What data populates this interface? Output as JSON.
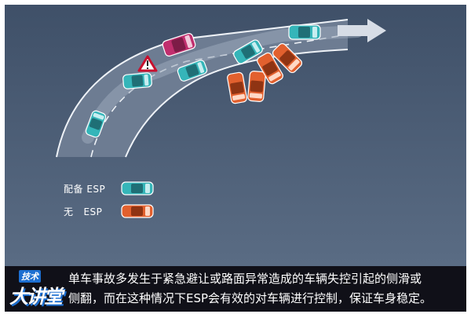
{
  "legend": {
    "esp_label": "配备 ESP",
    "no_esp_label": "无   ESP"
  },
  "colors": {
    "background": "#4a5d77",
    "road": "#6d7c92",
    "with_esp_car": "#35b5b9",
    "without_esp_car": "#e2602e",
    "lead_car": "#c02f6e",
    "warning_sign": "#c8102e"
  },
  "caption": {
    "line1": "单车事故多发生于紧急避让或路面异常造成的车辆失控引起的侧滑或",
    "line2": "侧翻，而在这种情况下ESP会有效的对车辆进行控制，保证车身稳定。"
  },
  "logo": {
    "top_text": "技术",
    "main_text": "大讲堂"
  },
  "icons": {
    "warning": "warning-triangle-icon",
    "direction": "arrow-right-icon"
  }
}
